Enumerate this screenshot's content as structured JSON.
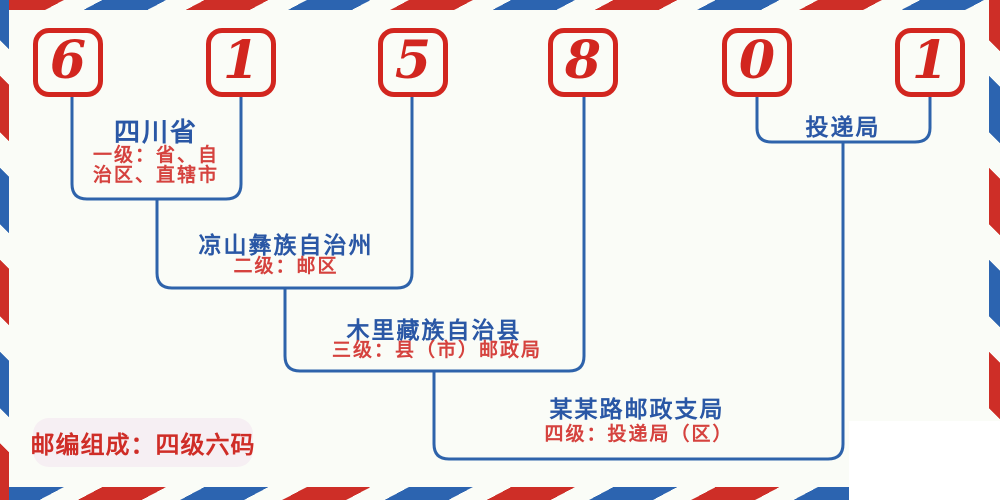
{
  "postal_code": {
    "digits": [
      "6",
      "1",
      "5",
      "8",
      "0",
      "1"
    ]
  },
  "levels": [
    {
      "name": "四川省",
      "desc_line1": "一级：省、自",
      "desc_line2": "治区、直辖市"
    },
    {
      "name": "凉山彝族自治州",
      "desc": "二级：邮区"
    },
    {
      "name": "木里藏族自治县",
      "desc": "三级：县（市）邮政局"
    },
    {
      "name": "某某路邮政支局",
      "desc": "四级：投递局（区）"
    }
  ],
  "delivery_office_label": "投递局",
  "badge": {
    "text": "邮编组成：四级六码"
  },
  "colors": {
    "background": "#fafcf7",
    "digit_red": "#d2261f",
    "desc_red": "#d5423e",
    "name_blue": "#2a57a5",
    "line_blue": "#2e63ab",
    "stripe_red": "#ce2e27",
    "stripe_blue": "#2c64b0",
    "badge_bg": "#f6eff3",
    "badge_text": "#cf2d27"
  }
}
